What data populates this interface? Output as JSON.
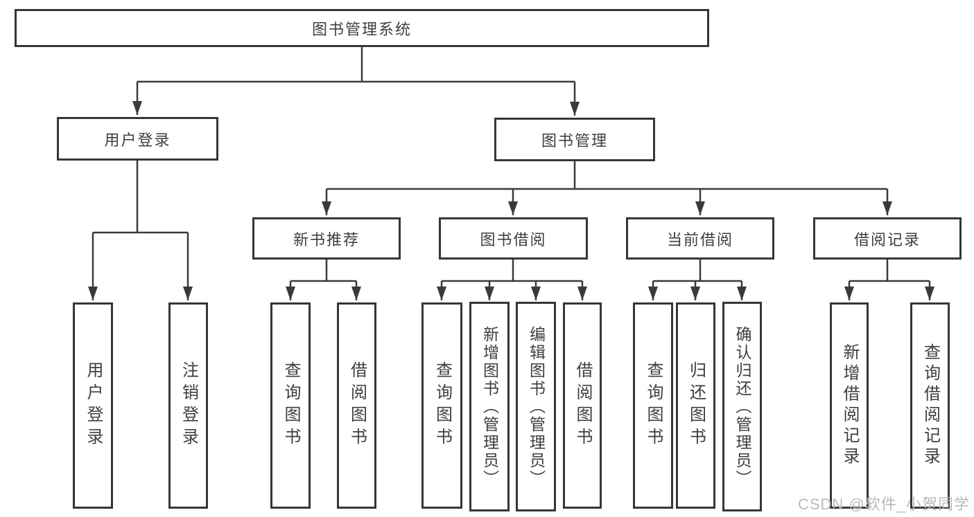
{
  "nodes": {
    "root": {
      "label": "图书管理系统"
    },
    "user_login": {
      "label": "用户登录"
    },
    "book_mgmt": {
      "label": "图书管理"
    },
    "new_book_rec": {
      "label": "新书推荐"
    },
    "book_borrow": {
      "label": "图书借阅"
    },
    "current_borrow": {
      "label": "当前借阅"
    },
    "borrow_record": {
      "label": "借阅记录"
    },
    "leaf_user_login": {
      "label": "用户登录"
    },
    "leaf_logout": {
      "label": "注销登录"
    },
    "leaf_rec_query_book": {
      "label": "查询图书"
    },
    "leaf_rec_borrow_book": {
      "label": "借阅图书"
    },
    "leaf_bb_query_book": {
      "label": "查询图书"
    },
    "leaf_bb_add_book": {
      "label": "新增图书（管理员）"
    },
    "leaf_bb_edit_book": {
      "label": "编辑图书（管理员）"
    },
    "leaf_bb_borrow_book": {
      "label": "借阅图书"
    },
    "leaf_cb_query_book": {
      "label": "查询图书"
    },
    "leaf_cb_return_book": {
      "label": "归还图书"
    },
    "leaf_cb_confirm_return": {
      "label": "确认归还（管理员）"
    },
    "leaf_br_add_record": {
      "label": "新增借阅记录"
    },
    "leaf_br_query_record": {
      "label": "查询借阅记录"
    }
  },
  "hierarchy": {
    "图书管理系统": {
      "用户登录": [
        "用户登录",
        "注销登录"
      ],
      "图书管理": {
        "新书推荐": [
          "查询图书",
          "借阅图书"
        ],
        "图书借阅": [
          "查询图书",
          "新增图书（管理员）",
          "编辑图书（管理员）",
          "借阅图书"
        ],
        "当前借阅": [
          "查询图书",
          "归还图书",
          "确认归还（管理员）"
        ],
        "借阅记录": [
          "新增借阅记录",
          "查询借阅记录"
        ]
      }
    }
  },
  "watermark": {
    "text": "CSDN @软件_小贺同学",
    "color": "#b9b9b9"
  },
  "colors": {
    "background": "#ffffff",
    "line": "#3a3a3a",
    "box_border": "#363636",
    "text": "#3e3e3e"
  }
}
